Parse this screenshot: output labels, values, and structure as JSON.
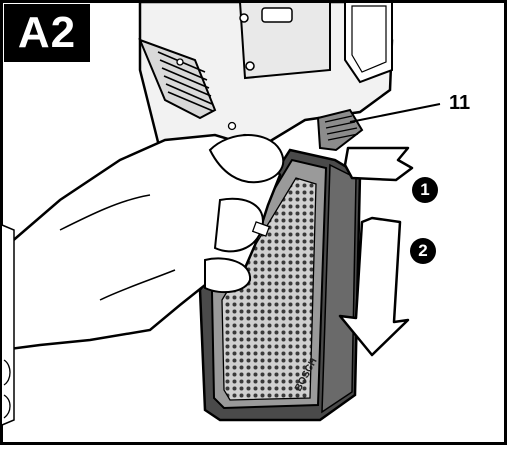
{
  "figure": {
    "label": "A2",
    "callout_number": "11",
    "step_1": "1",
    "step_2": "2",
    "brand_mark": "BOSCH",
    "colors": {
      "ink": "#000000",
      "paper": "#ffffff",
      "housing_light": "#f2f2f2",
      "housing_mid": "#d9d9d9",
      "filter_grey": "#8c8c8c",
      "filter_dark": "#4a4a4a",
      "arrow_fill": "#ffffff"
    }
  }
}
